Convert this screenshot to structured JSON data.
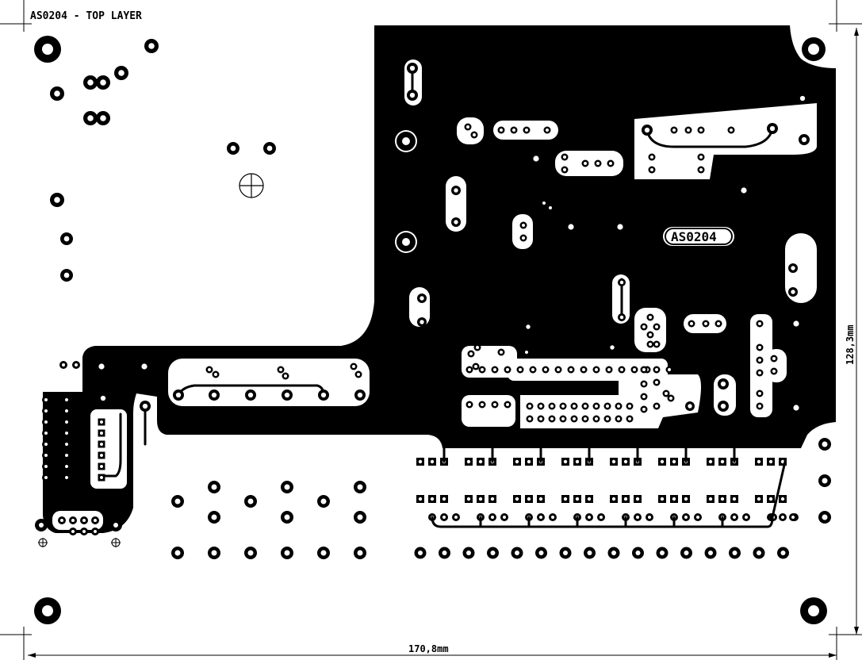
{
  "board": {
    "title": "AS0204 - TOP LAYER",
    "silk_label": "AS0204",
    "width_dim": "170,8mm",
    "height_dim": "128,3mm"
  },
  "colors": {
    "copper": "#000000",
    "background": "#ffffff"
  },
  "icons": [
    "registration-target-icon",
    "mounting-hole-icon",
    "crop-mark-icon"
  ]
}
